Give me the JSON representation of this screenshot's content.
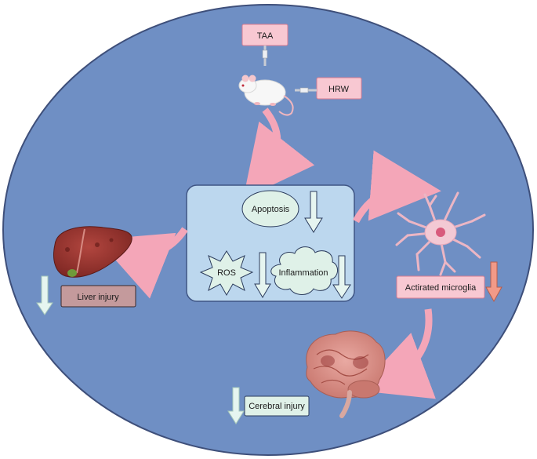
{
  "labels": {
    "taa": "TAA",
    "hrw": "HRW",
    "apoptosis": "Apoptosis",
    "ros": "ROS",
    "inflammation": "Inflammation",
    "liver_injury": "Liver injury",
    "activated_microglia": "Actirated microglia",
    "cerebral_injury": "Cerebral injury"
  },
  "colors": {
    "background_oval": "#6f8fc4",
    "center_panel": "#bcd7ee",
    "pink_box": "#f8c8d2",
    "pink_arrow": "#f4a6b8",
    "mint_shape": "#dff1e8",
    "liver_box": "#c49a9c",
    "down_arrow_light": "#e6f5f0",
    "down_arrow_salmon": "#f29a88"
  },
  "icons": {
    "rat": "rat-icon",
    "liver": "liver-icon",
    "microglia": "microglia-cell-icon",
    "brain": "brain-icon"
  }
}
